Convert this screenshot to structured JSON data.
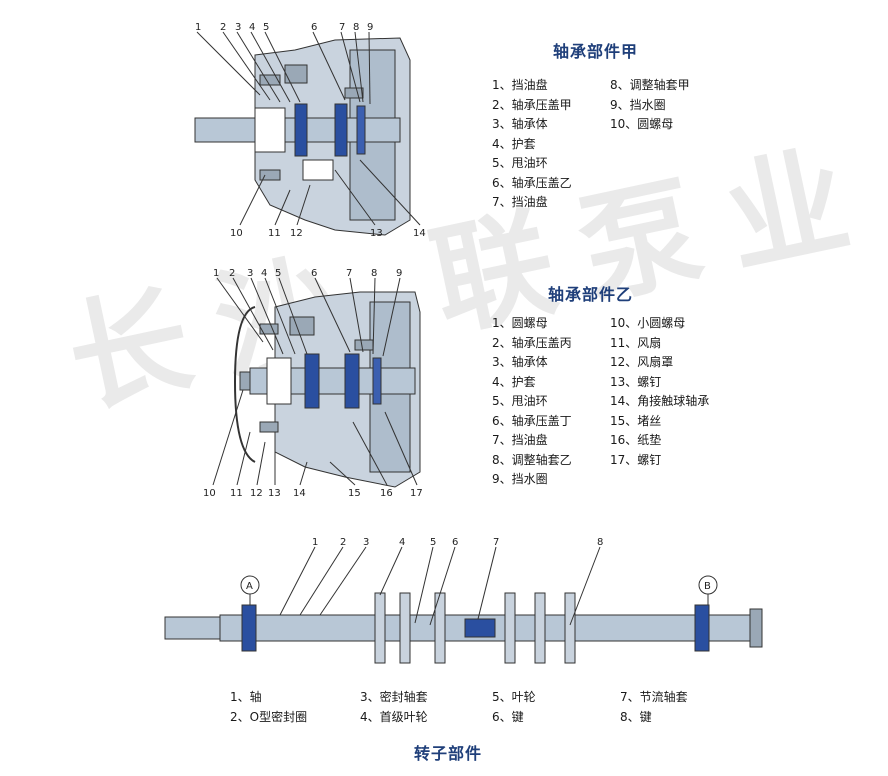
{
  "watermark": "长沙 联泵业",
  "sections": {
    "a": {
      "title": "轴承部件甲",
      "col1": [
        "1、挡油盘",
        "2、轴承压盖甲",
        "3、轴承体",
        "4、护套",
        "5、甩油环",
        "6、轴承压盖乙",
        "7、挡油盘"
      ],
      "col2": [
        "8、调整轴套甲",
        "9、挡水圈",
        "10、圆螺母"
      ],
      "callouts_top": [
        "1",
        "2",
        "3",
        "4",
        "5",
        "6",
        "7",
        "8",
        "9"
      ],
      "callouts_bottom": [
        "10",
        "11",
        "12",
        "13",
        "14"
      ]
    },
    "b": {
      "title": "轴承部件乙",
      "col1": [
        "1、圆螺母",
        "2、轴承压盖丙",
        "3、轴承体",
        "4、护套",
        "5、甩油环",
        "6、轴承压盖丁",
        "7、挡油盘",
        "8、调整轴套乙",
        "9、挡水圈"
      ],
      "col2": [
        "10、小圆螺母",
        "11、风扇",
        "12、风扇罩",
        "13、螺钉",
        "14、角接触球轴承",
        "15、堵丝",
        "16、纸垫",
        "17、螺钉"
      ],
      "callouts_top": [
        "1",
        "2",
        "3",
        "4",
        "5",
        "6",
        "7",
        "8",
        "9"
      ],
      "callouts_bottom": [
        "10",
        "11",
        "12",
        "13",
        "14",
        "15",
        "16",
        "17"
      ]
    },
    "c": {
      "title": "转子部件",
      "col1": [
        "1、轴",
        "2、O型密封圈"
      ],
      "col2": [
        "3、密封轴套",
        "4、首级叶轮"
      ],
      "col3": [
        "5、叶轮",
        "6、键"
      ],
      "col4": [
        "7、节流轴套",
        "8、键"
      ],
      "callouts_top": [
        "1",
        "2",
        "3",
        "4",
        "5",
        "6",
        "7",
        "8"
      ],
      "marker_a": "A",
      "marker_b": "B"
    }
  },
  "colors": {
    "accent": "#1f3f7a",
    "steel": "#8fa6bf",
    "shaft": "#b8c7d6",
    "bearing": "#2a4fa0",
    "outline": "#333333"
  }
}
